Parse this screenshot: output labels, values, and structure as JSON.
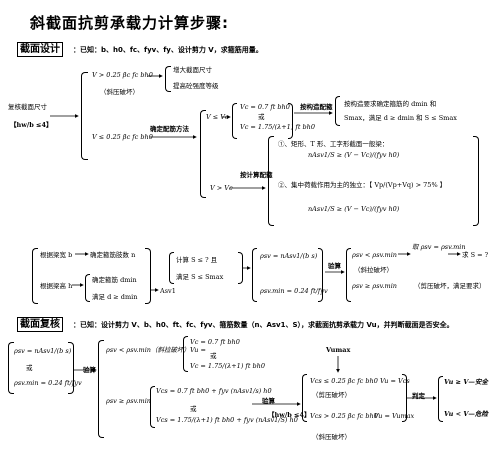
{
  "title": "斜截面抗剪承载力计算步骤:",
  "design": {
    "section_label": "截面设计",
    "header": "：已知：b、h0、fc、fyv、fy、设计剪力 V，求箍筋用量。",
    "left_label": "复核截面尺寸",
    "hw_ratio": "【hw/b ≤4】",
    "cond_big": "V > 0.25 βc fc bh0",
    "opt1": "增大截面尺寸",
    "opt2": "提高砼强度等级",
    "diag_fail": "（斜压破坏）",
    "cond_ok": "V ≤ 0.25 βc fc bh0",
    "determine_method": "确定配筋方法",
    "v_le_vc": "V ≤ Vc",
    "vc_formula1": "Vc = 0.7 ft bh0",
    "or1": "或",
    "vc_formula2": "Vc = 1.75/(λ+1) ft bh0",
    "construct": "按构造配箍",
    "construct_desc1": "按构造要求确定箍筋的 dmin 和",
    "construct_desc2": "Smax，满足 d ≥ dmin 和 S ≤ Smax",
    "v_gt_vc": "V > Vc",
    "calc": "按计算配箍",
    "case1": "①、矩形、T 形、工字形截面一般梁：",
    "case1_formula": "nAsv1/S ≥ (V − Vc)/(fyv h0)",
    "case2": "②、集中荷载作用为主的独立：【 Vp/(Vp+Vq) > 75% 】",
    "case2_formula": "nAsv1/S ≥ (V − Vc)/(fyv h0)",
    "by_width": "根据梁宽 b",
    "legs": "确定箍筋肢数 n",
    "by_height": "根据梁高 h",
    "determine_d": "确定箍筋 dmin",
    "satisfy_d": "满足 d ≥ dmin",
    "asv1": "Asv1",
    "calc_s": "计算 S ≤ ? 且",
    "satisfy_s": "满足 S ≤ Smax",
    "rho_sv": "ρsv = nAsv1/(b s)",
    "rho_min": "ρsv.min = 0.24 ft/fyv",
    "check": "验算",
    "rho_lt": "ρsv < ρsv.min",
    "take": "取 ρsv = ρsv.min",
    "find_s": "求 S = ?",
    "diag_tension": "（斜拉破坏）",
    "rho_ge": "ρsv ≥ ρsv.min",
    "shear_comp": "（剪压破坏，满足要求）"
  },
  "review": {
    "section_label": "截面复核",
    "header": "：已知：设计剪力 V、b、h0、ft、fc、fyv、箍筋数量（n、Asv1、S），求截面抗剪承载力 Vu，并判断截面是否安全。",
    "rho_sv": "ρsv = nAsv1/(b s)",
    "or": "或",
    "rho_min": "ρsv.min = 0.24 ft/fyv",
    "check": "验算",
    "lt_case": "ρsv < ρsv.min（斜拉破坏）Vu =",
    "vc1": "Vc = 0.7 ft bh0",
    "vc2": "Vc = 1.75/(λ+1) ft bh0",
    "ge_case": "ρsv ≥ ρsv.min",
    "vcs1": "Vcs = 0.7 ft bh0 + fyv (nAsv1/s) h0",
    "vcs2": "Vcs = 1.75/(λ+1) ft bh0 + fyv (nAsv1/S) h0",
    "check2": "验算",
    "hw2": "【hw/b ≤4】",
    "vumax": "Vumax",
    "cond_a": "Vcs ≤ 0.25 βc fc bh0",
    "result_a": "Vu = Vcs",
    "shear_comp": "（剪压破坏）",
    "cond_b": "Vcs > 0.25 βc fc bh0",
    "result_b": "Vu = Vumax",
    "diag_fail": "（斜压破坏）",
    "judge": "判定",
    "safe": "Vu ≥ V—安全",
    "danger": "Vu < V—危险"
  }
}
